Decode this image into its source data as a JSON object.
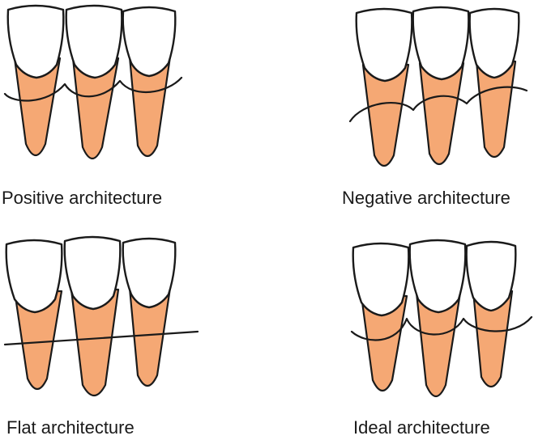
{
  "panels": [
    {
      "id": "positive",
      "caption": "Positive architecture"
    },
    {
      "id": "negative",
      "caption": "Negative architecture"
    },
    {
      "id": "flat",
      "caption": "Flat architecture"
    },
    {
      "id": "ideal",
      "caption": "Ideal architecture"
    }
  ],
  "colors": {
    "root": "#f5a874",
    "crown": "#ffffff",
    "outline": "#1a1a1a"
  }
}
